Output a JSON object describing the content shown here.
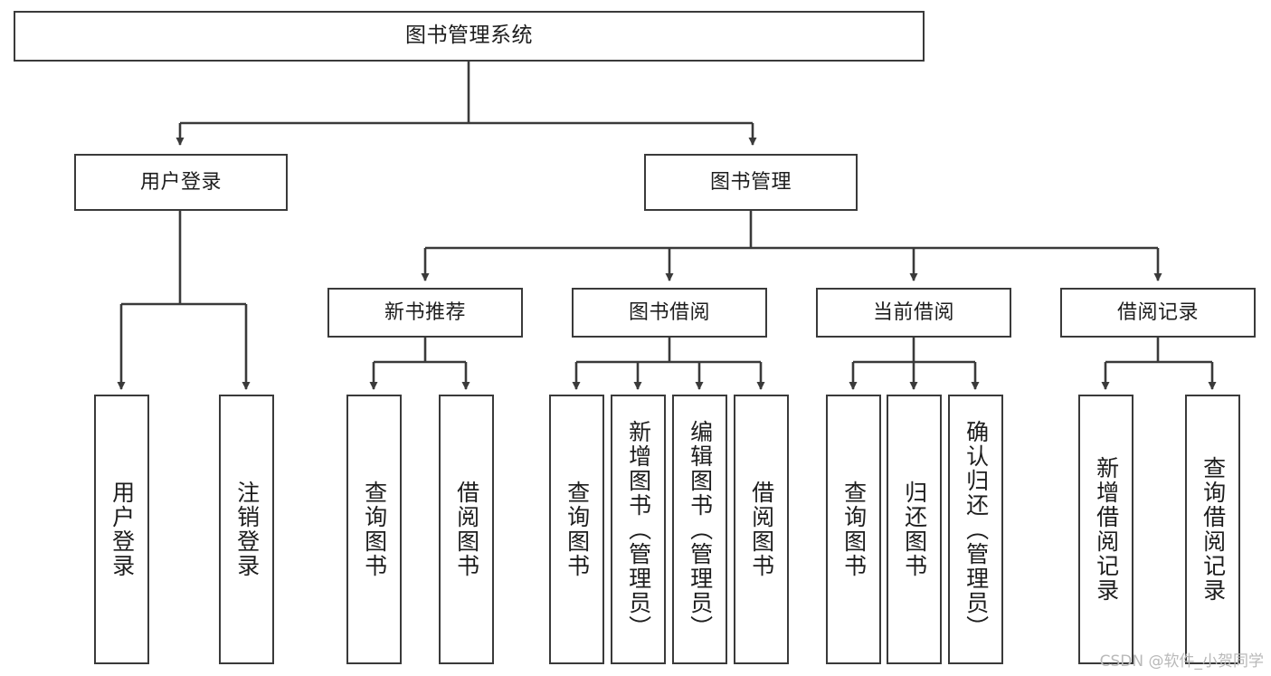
{
  "diagram": {
    "title": "图书管理系统",
    "watermark": "CSDN @软件_小贺同学",
    "line_color": "#3a3a3a",
    "box_fill": "#ffffff",
    "text_color": "#1d1d1d",
    "watermark_color": "#b9b9b9",
    "root": {
      "label": "图书管理系统"
    },
    "level2": [
      {
        "label": "用户登录"
      },
      {
        "label": "图书管理"
      }
    ],
    "level3": [
      {
        "label": "新书推荐"
      },
      {
        "label": "图书借阅"
      },
      {
        "label": "当前借阅"
      },
      {
        "label": "借阅记录"
      }
    ],
    "leaves": {
      "user_login": [
        {
          "label": "用户登录"
        },
        {
          "label": "注销登录"
        }
      ],
      "new_book": [
        {
          "label": "查询图书"
        },
        {
          "label": "借阅图书"
        }
      ],
      "book_borrow": [
        {
          "label": "查询图书"
        },
        {
          "label": "新增图书（管理员）"
        },
        {
          "label": "编辑图书（管理员）"
        },
        {
          "label": "借阅图书"
        }
      ],
      "current_borrow": [
        {
          "label": "查询图书"
        },
        {
          "label": "归还图书"
        },
        {
          "label": "确认归还（管理员）"
        }
      ],
      "borrow_record": [
        {
          "label": "新增借阅记录"
        },
        {
          "label": "查询借阅记录"
        }
      ]
    }
  }
}
